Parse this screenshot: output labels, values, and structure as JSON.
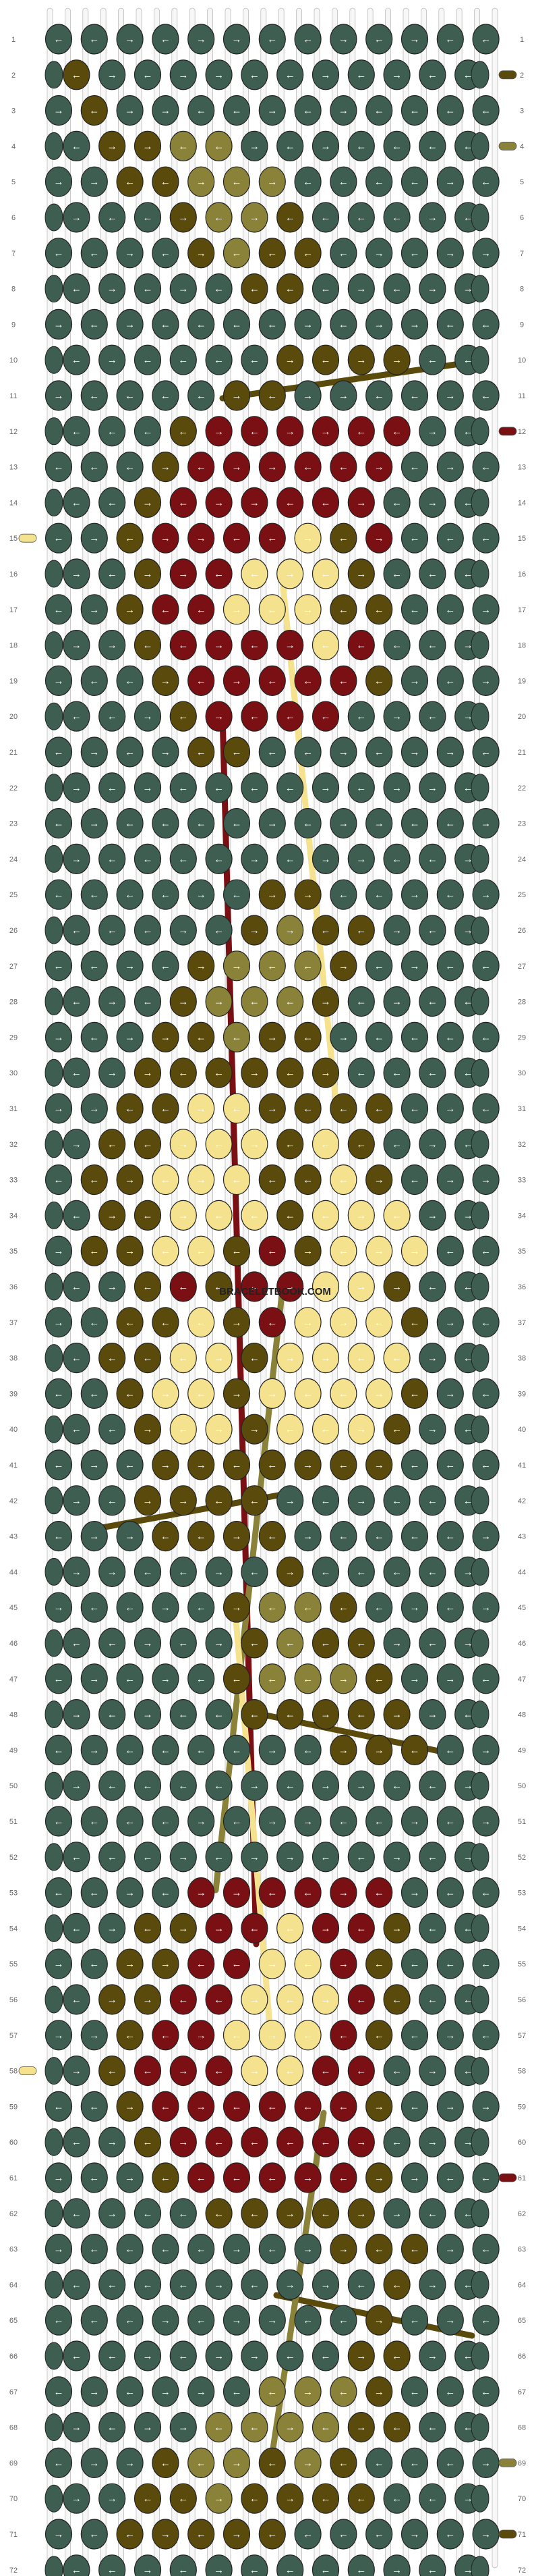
{
  "watermark": "BRACELETBOOK.COM",
  "pattern": {
    "rows": 72,
    "knots_per_row_odd": 13,
    "knots_per_row_even": 12,
    "strings": 26
  },
  "colors": {
    "A": "#3e5e52",
    "B": "#5a4a0c",
    "C": "#8a8238",
    "D": "#7a0f14",
    "E": "#f5e28e",
    "string_white": "#f7f7f7",
    "outline": "#222222"
  },
  "row_labels": [
    "1",
    "2",
    "3",
    "4",
    "5",
    "6",
    "7",
    "8",
    "9",
    "10",
    "11",
    "12",
    "13",
    "14",
    "15",
    "16",
    "17",
    "18",
    "19",
    "20",
    "21",
    "22",
    "23",
    "24",
    "25",
    "26",
    "27",
    "28",
    "29",
    "30",
    "31",
    "32",
    "33",
    "34",
    "35",
    "36",
    "37",
    "38",
    "39",
    "40",
    "41",
    "42",
    "43",
    "44",
    "45",
    "46",
    "47",
    "48",
    "49",
    "50",
    "51",
    "52",
    "53",
    "54",
    "55",
    "56",
    "57",
    "58",
    "59",
    "60",
    "61",
    "62",
    "63",
    "64",
    "65",
    "66",
    "67",
    "68",
    "69",
    "70",
    "71",
    "72"
  ],
  "side_markers": [
    {
      "row": 2,
      "side": "right",
      "color": "B"
    },
    {
      "row": 4,
      "side": "right",
      "color": "C"
    },
    {
      "row": 12,
      "side": "right",
      "color": "D"
    },
    {
      "row": 15,
      "side": "left",
      "color": "E"
    },
    {
      "row": 58,
      "side": "left",
      "color": "E"
    },
    {
      "row": 61,
      "side": "right",
      "color": "D"
    },
    {
      "row": 69,
      "side": "right",
      "color": "C"
    },
    {
      "row": 71,
      "side": "right",
      "color": "B"
    }
  ],
  "knots": [
    "AAAAAAAAAAAAA",
    "BAAAAAAAAAAA",
    "ABAAAAAAAAAAA",
    "ABBCCAAAAAAA",
    "AABBCCCAAAAAA",
    "AAABCCBAAAAA",
    "AAAABCBBAAAAA",
    "AAAAABBAAAAA",
    "AAAAAAAAAAAAA",
    "AAAAAABBBBAA",
    "AAAAABBAAAAAA",
    "AAABDDDDDDAA",
    "AAABDDDDDDAAA",
    "AABDDDDDDAAA",
    "AABDDDDEBDAAA",
    "AABDDEEEBAAA",
    "AABDDEEEBBAAA",
    "AABDDDDEDAAA",
    "AAABDDDDDBAAA",
    "AAABDDDDAAAA",
    "AAAABBAAAAAAA",
    "AAAAAAAAAAAA",
    "AAAAAAAAAAAAA",
    "AAAAAAAAAAAA",
    "AAAAAABBAAAAA",
    "AAAAABCBBAAA",
    "AAAABCCCBAAAA",
    "AAABCCCBAAAA",
    "AAABBCBBAAAAA",
    "AABBBBBBAAAA",
    "AABBEEBBBBAAA",
    "ABBEEEBEBAAA",
    "ABBEEEBBEBAAA",
    "ABBEEEBEEEAA",
    "ABBEEBDBEEEAA",
    "AABDBDDEEBAA",
    "AABBEBDEEEBAA",
    "ABBEEBEEEEAA",
    "AABEEBEEEEBAA",
    "AABEEBEEEBAA",
    "AAABBBBBBBAAA",
    "AABBBBAAAAAA",
    "AAABBBBAAAAAA",
    "AAAAAABAAAAA",
    "AAAAABCCBAAAA",
    "AAAAABCBBAAA",
    "AAAAABCCCBAAA",
    "AAAAABBBBBAA",
    "AAAAAAAABBBAA",
    "AAAAAAAAAAAA",
    "AAAAAAAAAAAAA",
    "AAAAAAAAAAAA",
    "AAAADDDDDDAAA",
    "AABBDDEDDBAA",
    "AABBDDEEDBAAA",
    "ABBDDEEEDBAA",
    "AABDDEEEDBAAA",
    "ABDDDEEDDAAA",
    "AABDDDDDDBAAA",
    "AABDDDDDDAAA",
    "AAABDDDDDBAAA",
    "AAAABBBBBAAA",
    "AAAAAAAABBBAA",
    "AAAAAAAAABAA",
    "AAAAAAAAABAAA",
    "AAAAAAAABBAA",
    "AAAAAACCCBAAA",
    "AAAACCCCBBAA",
    "AAABCCBCBAAAA",
    "AABBCBBBBAAA",
    "AABBBBBAAAAAA",
    "AAAAAAAAAAAA"
  ],
  "direction_pattern": [
    "L",
    "L",
    "R",
    "L",
    "R",
    "R",
    "L",
    "L",
    "R",
    "L",
    "R",
    "L",
    "L"
  ]
}
